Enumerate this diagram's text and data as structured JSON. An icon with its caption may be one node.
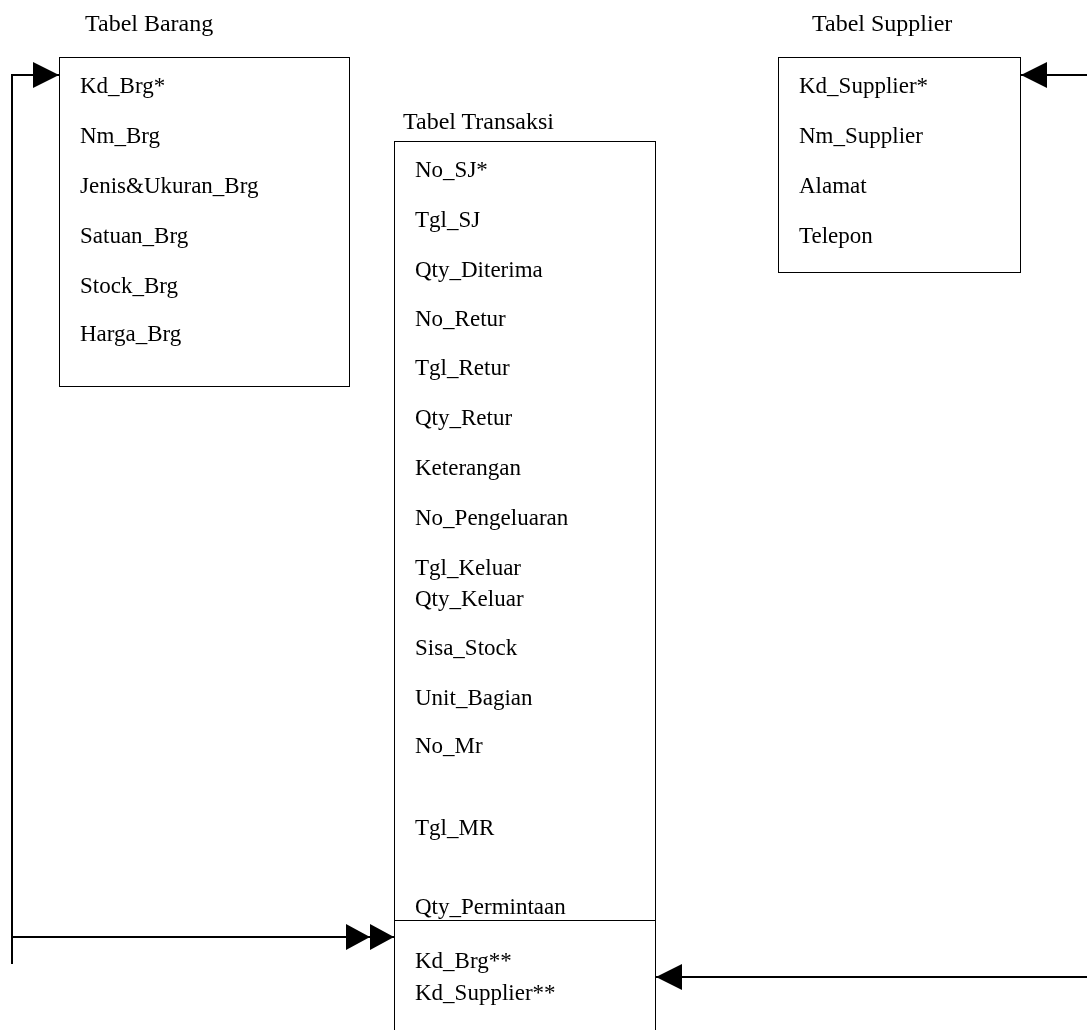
{
  "diagram": {
    "nodes": [
      {
        "text": [
          "Tabel Barang",
          "Kd_Brg*",
          "Nm_Brg",
          "Jenis&Ukuran_Brg",
          "Satuan_Brg",
          "Stock_Brg",
          "Harga_Brg"
        ]
      },
      {
        "text": [
          "Tabel Transaksi",
          "No_SJ*",
          "Tgl_SJ",
          "Qty_Diterima",
          "No_Retur",
          "Tgl_Retur",
          "Qty_Retur",
          "Keterangan",
          "No_Pengeluaran",
          "Tgl_Keluar",
          "Qty_Keluar",
          "Sisa_Stock",
          "Unit_Bagian",
          "No_Mr",
          "Tgl_MR",
          "Qty_Permintaan"
        ]
      },
      {
        "text": [
          "Kd_Brg**",
          "Kd_Supplier**"
        ],
        "in": 1
      },
      {
        "text": [
          "Tabel Supplier",
          "Kd_Supplier*",
          "Nm_Supplier",
          "Alamat",
          "Telepon"
        ]
      }
    ],
    "edges": [
      {
        "from": 2,
        "to": 0,
        "arrow": "both"
      },
      {
        "from": 2,
        "to": 3,
        "arrow": "both"
      }
    ]
  }
}
